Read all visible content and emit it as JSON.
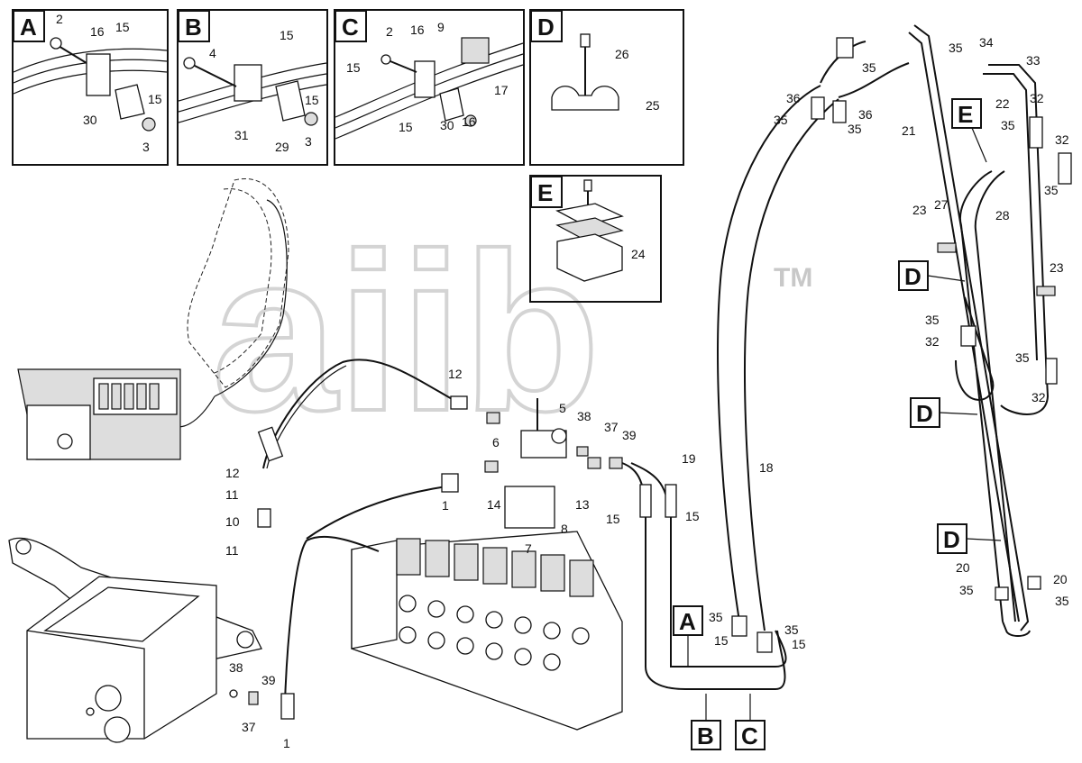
{
  "watermark": {
    "text": "aiib",
    "trademark": "TM"
  },
  "detail_boxes": [
    {
      "letter": "A",
      "labels": [
        "2",
        "16",
        "15",
        "15",
        "30",
        "3"
      ]
    },
    {
      "letter": "B",
      "labels": [
        "15",
        "4",
        "15",
        "31",
        "29",
        "3"
      ]
    },
    {
      "letter": "C",
      "labels": [
        "2",
        "16",
        "9",
        "15",
        "17",
        "15",
        "30",
        "16"
      ]
    },
    {
      "letter": "D",
      "labels": [
        "26",
        "25"
      ]
    },
    {
      "letter": "E",
      "labels": [
        "24"
      ]
    }
  ],
  "callout_letters": {
    "section_A": "A",
    "section_B": "B",
    "section_C": "C",
    "right_E": "E",
    "right_D1": "D",
    "right_D2": "D",
    "right_D3": "D"
  },
  "center_labels": {
    "p12a": "12",
    "p12b": "12",
    "p11a": "11",
    "p10": "10",
    "p11b": "11",
    "p5": "5",
    "p38a": "38",
    "p6": "6",
    "p37a": "37",
    "p39a": "39",
    "p1a": "1",
    "p14": "14",
    "p13": "13",
    "p8": "8",
    "p7": "7",
    "p15a": "15",
    "p15b": "15",
    "p38b": "38",
    "p39b": "39",
    "p37b": "37",
    "p1b": "1"
  },
  "hose_labels": {
    "p19": "19",
    "p18": "18",
    "p35a": "35",
    "p15c": "15",
    "p35b": "35",
    "p15d": "15"
  },
  "upper_labels": {
    "p35c": "35",
    "p36a": "36",
    "p35d": "35",
    "p36b": "36",
    "p35e": "35",
    "p35f": "35",
    "p34": "34",
    "p33": "33",
    "p21": "21",
    "p32a": "32",
    "p22": "22",
    "p35g": "35",
    "p32b": "32",
    "p35h": "35"
  },
  "right_labels": {
    "p27": "27",
    "p28": "28",
    "p23a": "23",
    "p23b": "23",
    "p35i": "35",
    "p32c": "32",
    "p35j": "35",
    "p32d": "32",
    "p20a": "20",
    "p35k": "35",
    "p20b": "20",
    "p35l": "35"
  }
}
